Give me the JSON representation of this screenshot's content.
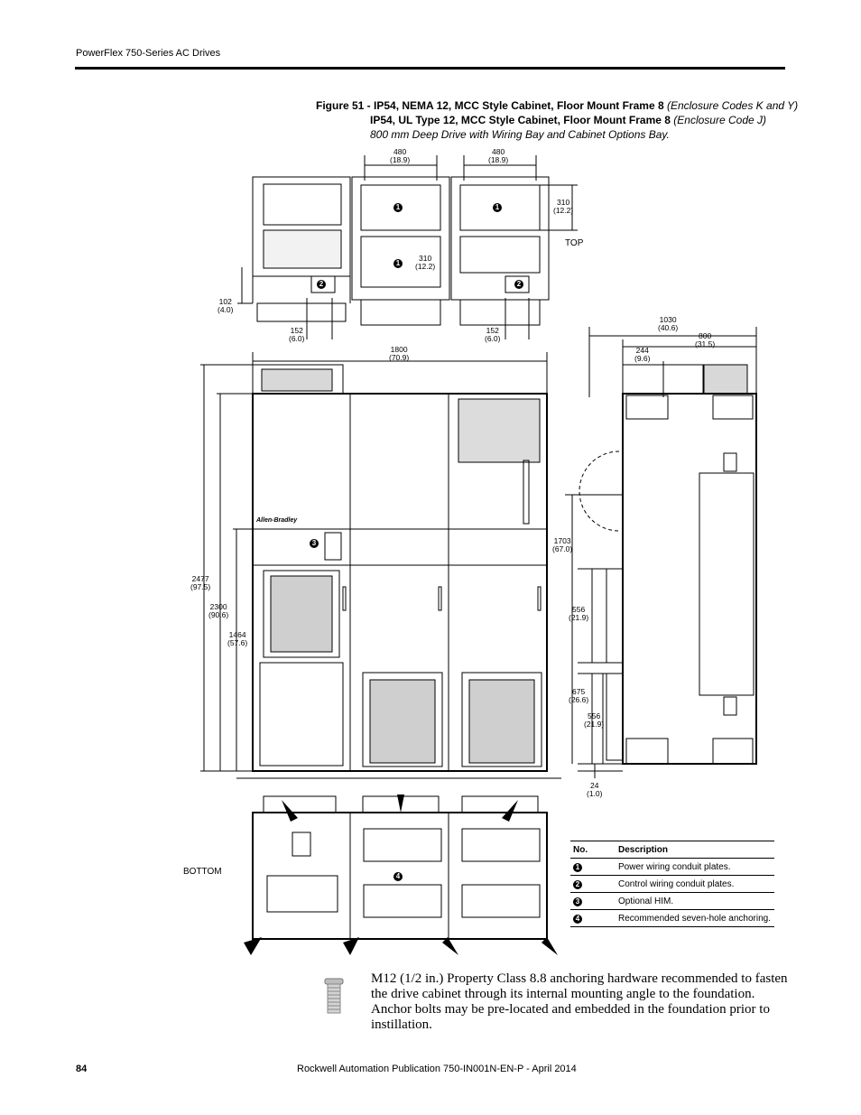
{
  "header": {
    "title": "PowerFlex 750-Series AC Drives"
  },
  "figure": {
    "line1_bold": "Figure 51 - IP54, NEMA 12, MCC Style Cabinet, Floor Mount Frame 8 ",
    "line1_italic": "(Enclosure Codes K and Y)",
    "line2_bold": "IP54, UL Type 12, MCC Style Cabinet, Floor Mount Frame 8 ",
    "line2_italic": "(Enclosure Code J)",
    "line3_italic": "800 mm Deep Drive with Wiring Bay and Cabinet Options Bay."
  },
  "views": {
    "top": "TOP",
    "bottom": "BOTTOM"
  },
  "dimensions": {
    "d480a_mm": "480",
    "d480a_in": "(18.9)",
    "d480b_mm": "480",
    "d480b_in": "(18.9)",
    "d310a_mm": "310",
    "d310a_in": "(12.2)",
    "d310b_mm": "310",
    "d310b_in": "(12.2)",
    "d102_mm": "102",
    "d102_in": "(4.0)",
    "d152a_mm": "152",
    "d152a_in": "(6.0)",
    "d152b_mm": "152",
    "d152b_in": "(6.0)",
    "d1800_mm": "1800",
    "d1800_in": "(70.9)",
    "d1030_mm": "1030",
    "d1030_in": "(40.6)",
    "d800_mm": "800",
    "d800_in": "(31.5)",
    "d244_mm": "244",
    "d244_in": "(9.6)",
    "d2477_mm": "2477",
    "d2477_in": "(97.5)",
    "d2300_mm": "2300",
    "d2300_in": "(90.6)",
    "d1464_mm": "1464",
    "d1464_in": "(57.6)",
    "d1703_mm": "1703",
    "d1703_in": "(67.0)",
    "d556a_mm": "556",
    "d556a_in": "(21.9)",
    "d675_mm": "675",
    "d675_in": "(26.6)",
    "d556b_mm": "556",
    "d556b_in": "(21.9)",
    "d24_mm": "24",
    "d24_in": "(1.0)"
  },
  "callouts": {
    "c1": "1",
    "c2": "2",
    "c3": "3",
    "c4": "4"
  },
  "front_brand": "Allen-Bradley",
  "legend": {
    "col_no": "No.",
    "col_desc": "Description",
    "rows": [
      {
        "no": "1",
        "desc": "Power wiring conduit plates."
      },
      {
        "no": "2",
        "desc": "Control wiring conduit plates."
      },
      {
        "no": "3",
        "desc": "Optional HIM."
      },
      {
        "no": "4",
        "desc": "Recommended seven-hole anchoring."
      }
    ]
  },
  "note": "M12 (1/2 in.) Property Class 8.8 anchoring hardware recommended to fasten the drive cabinet through its internal mounting angle to the foundation. Anchor bolts may be pre-located and embedded in the foundation prior to instillation.",
  "footer": {
    "page_number": "84",
    "publication": "Rockwell Automation Publication 750-IN001N-EN-P - April 2014"
  }
}
